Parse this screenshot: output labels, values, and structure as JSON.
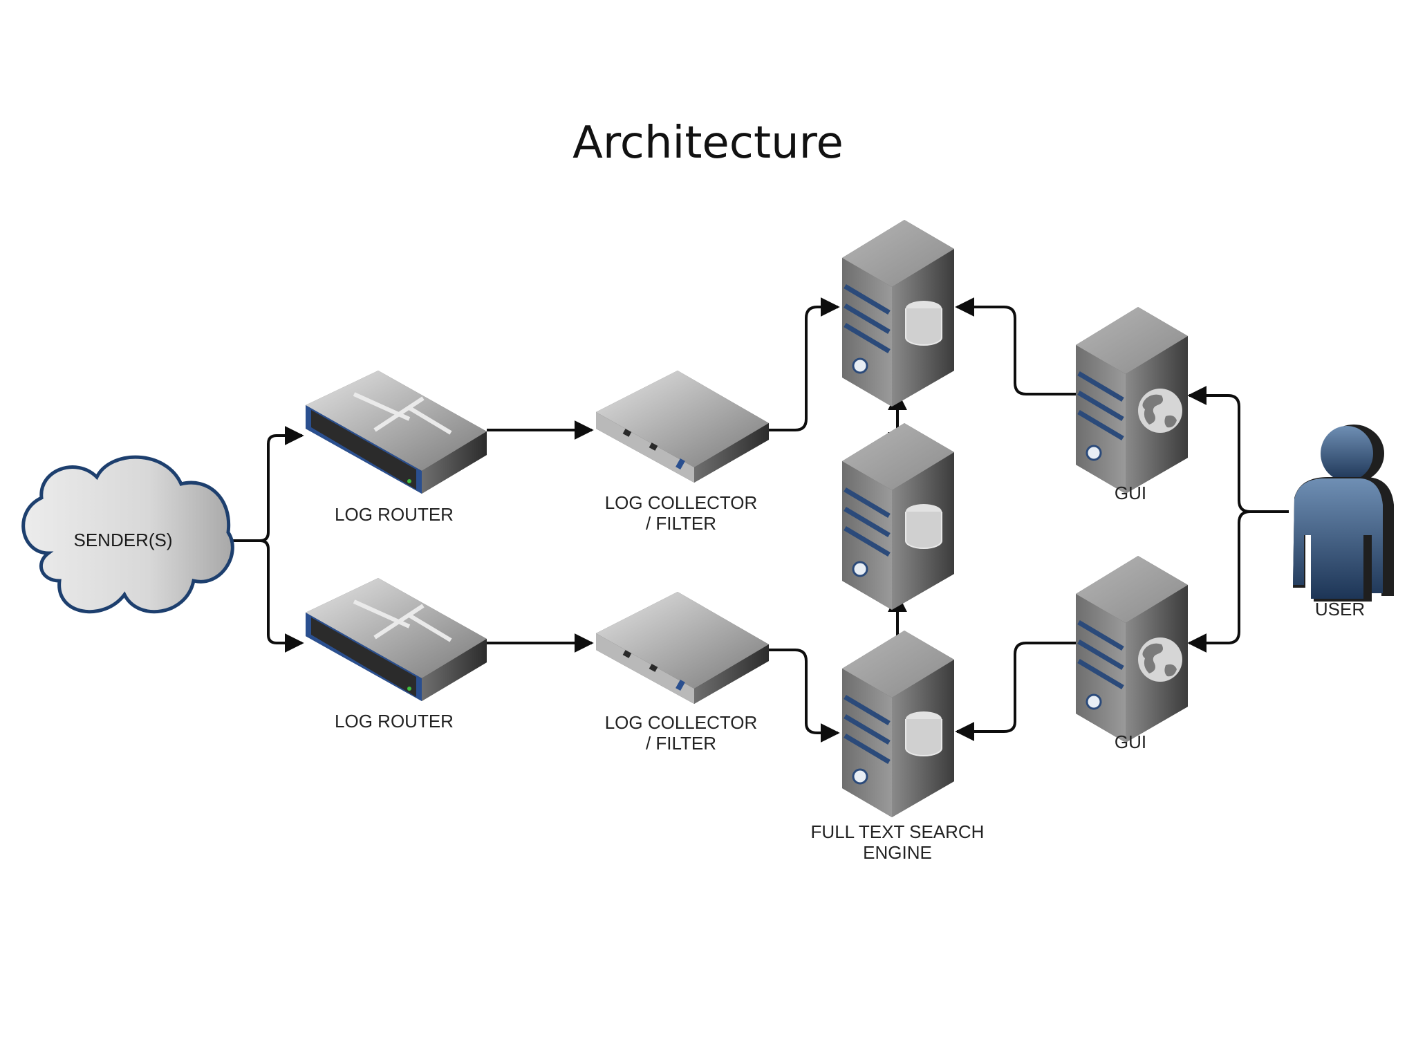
{
  "slide": {
    "title": "Architecture"
  },
  "nodes": {
    "senders": {
      "label": "SENDER(S)"
    },
    "log_router_top": {
      "label": "LOG ROUTER"
    },
    "log_router_bottom": {
      "label": "LOG ROUTER"
    },
    "log_collector_top": {
      "label_line1": "LOG COLLECTOR",
      "label_line2": "/ FILTER"
    },
    "log_collector_bottom": {
      "label_line1": "LOG COLLECTOR",
      "label_line2": "/ FILTER"
    },
    "search_engine": {
      "label_line1": "FULL TEXT SEARCH",
      "label_line2": "ENGINE"
    },
    "gui_top": {
      "label": "GUI"
    },
    "gui_bottom": {
      "label": "GUI"
    },
    "user": {
      "label": "USER"
    }
  },
  "icons": {
    "cloud": "cloud-icon",
    "router": "network-switch-icon",
    "collector": "rack-server-icon",
    "database": "database-server-icon",
    "gui": "web-server-icon",
    "user": "user-icon"
  },
  "colors": {
    "cloud_stroke": "#1d3f6e",
    "server_stripe": "#2b4a7a",
    "user_fill": "#2f4f77",
    "router_front": "#2a4f8f",
    "connector": "#0d0d0d"
  }
}
